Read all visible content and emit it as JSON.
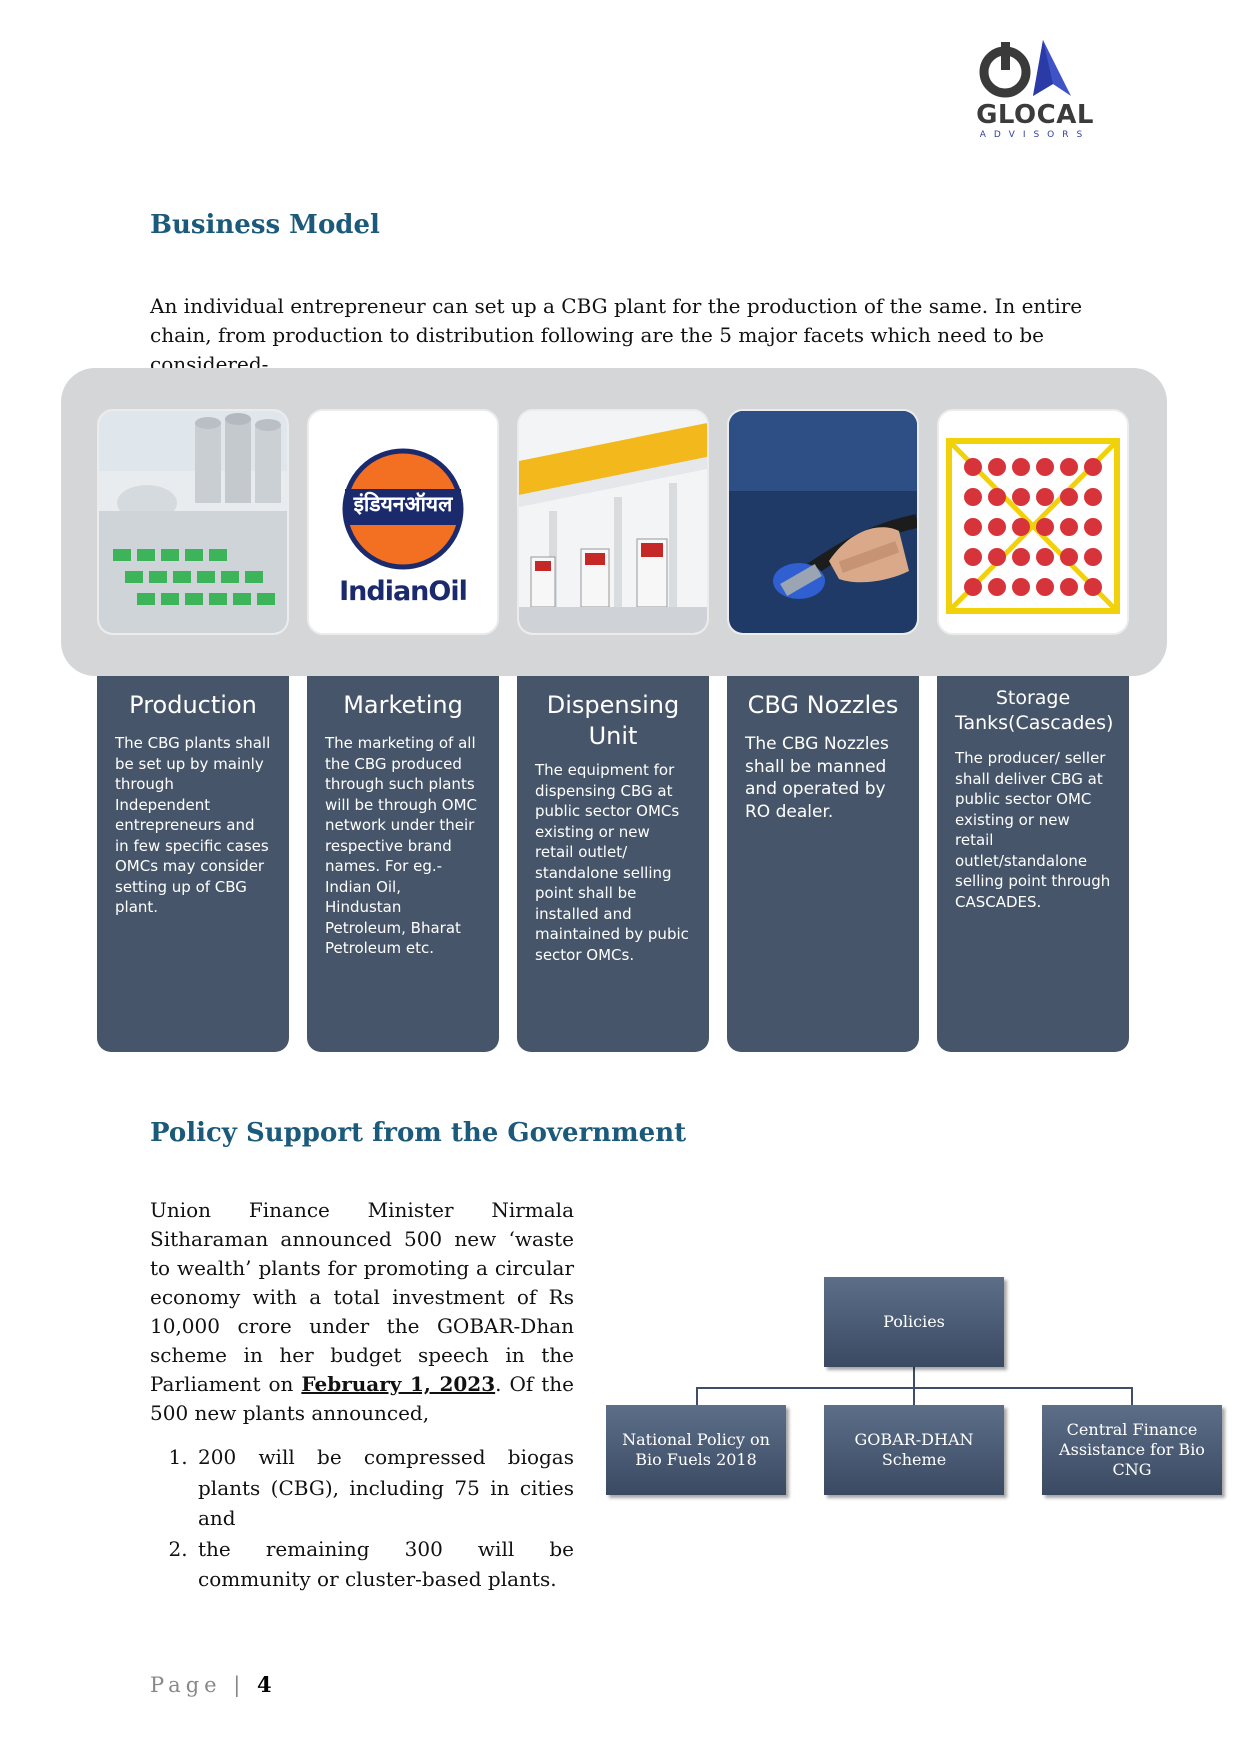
{
  "logo": {
    "word": "GLOCAL",
    "sub": "ADVISORS"
  },
  "business_model": {
    "heading": "Business Model",
    "intro": "An individual entrepreneur can set up a CBG plant for the production of the same. In entire chain, from production to distribution following are the 5 major facets which need to be considered-"
  },
  "facets": [
    {
      "title": "Production",
      "text": "The CBG plants shall be set up by mainly through Independent entrepreneurs and in few specific cases OMCs may consider setting up of CBG plant."
    },
    {
      "title": "Marketing",
      "text": "The marketing of all the CBG produced through such plants will be through OMC network under their respective brand names. For eg.- Indian Oil, Hindustan Petroleum, Bharat Petroleum etc."
    },
    {
      "title": "Dispensing Unit",
      "text": "The equipment for dispensing CBG at public sector OMCs existing or new retail outlet/ standalone selling point shall be installed and maintained by pubic sector OMCs."
    },
    {
      "title": "CBG Nozzles",
      "text": "The CBG Nozzles shall be manned and operated by RO dealer."
    },
    {
      "title": "Storage Tanks(Cascades)",
      "text": "The producer/ seller shall deliver CBG at public sector OMC existing or new retail outlet/standalone selling point through CASCADES."
    }
  ],
  "indianoil": {
    "hindi": "इंडियनऑयल",
    "english": "IndianOil"
  },
  "policy": {
    "heading": "Policy Support from the Government",
    "para_start": "Union Finance Minister Nirmala Sitharaman announced 500 new ‘waste to wealth’ plants for promoting a circular economy with a total investment of Rs 10,000 crore under the GOBAR-Dhan scheme in her budget speech in the Parliament on ",
    "para_date": "February 1, 2023",
    "para_end": ". Of the 500 new plants announced,",
    "list": [
      "200 will be compressed biogas plants (CBG), including 75 in cities and",
      "the remaining 300 will be community or cluster-based plants."
    ]
  },
  "org_chart": {
    "root": "Policies",
    "children": [
      "National Policy on Bio Fuels 2018",
      "GOBAR-DHAN Scheme",
      "Central Finance Assistance for Bio CNG"
    ]
  },
  "footer": {
    "label": "Page |",
    "number": "4"
  }
}
